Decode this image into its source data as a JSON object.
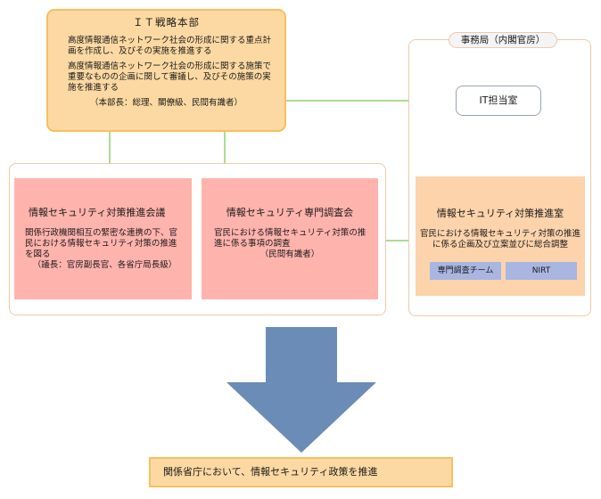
{
  "hq": {
    "title": "ＩＴ戦略本部",
    "duty1": "高度情報通信ネットワーク社会の形成に関する重点計画を作成し、及びその実施を推進する",
    "duty2": "高度情報通信ネットワーク社会の形成に関する施策で重要なものの企画に関して審議し、及びその施策の実施を推進する",
    "chair": "（本部長：総理、閣僚級、民間有識者）"
  },
  "council": {
    "title": "情報セキュリティ対策推進会議",
    "desc": "関係行政機関相互の緊密な連携の下、官民における情報セキュリティ対策の推進を図る",
    "chair": "（議長：官房副長官、各省庁局長級）"
  },
  "committee": {
    "title": "情報セキュリティ専門調査会",
    "desc": "官民における情報セキュリティ対策の推進に係る事項の調査",
    "members": "（民間有識者）"
  },
  "secretariat": {
    "label": "事務局（内閣官房）",
    "it_office": "IT担当室",
    "nisc": {
      "title": "情報セキュリティ対策推進室",
      "desc": "官民における情報セキュリティ対策の推進に係る企画及び立案並びに総合調整",
      "tags": [
        "専門調査チーム",
        "NIRT"
      ]
    }
  },
  "result": {
    "text": "関係省庁において、情報セキュリティ政策を推進"
  },
  "colors": {
    "hq_fill": "#fcd9a2",
    "hq_border": "#f5c05e",
    "council_fill": "#ffb3ad",
    "nisc_fill": "#fcd3ab",
    "tag_fill": "#a9b6e2",
    "arrow_fill": "#6a8cb6",
    "connector": "#a9dd93"
  }
}
